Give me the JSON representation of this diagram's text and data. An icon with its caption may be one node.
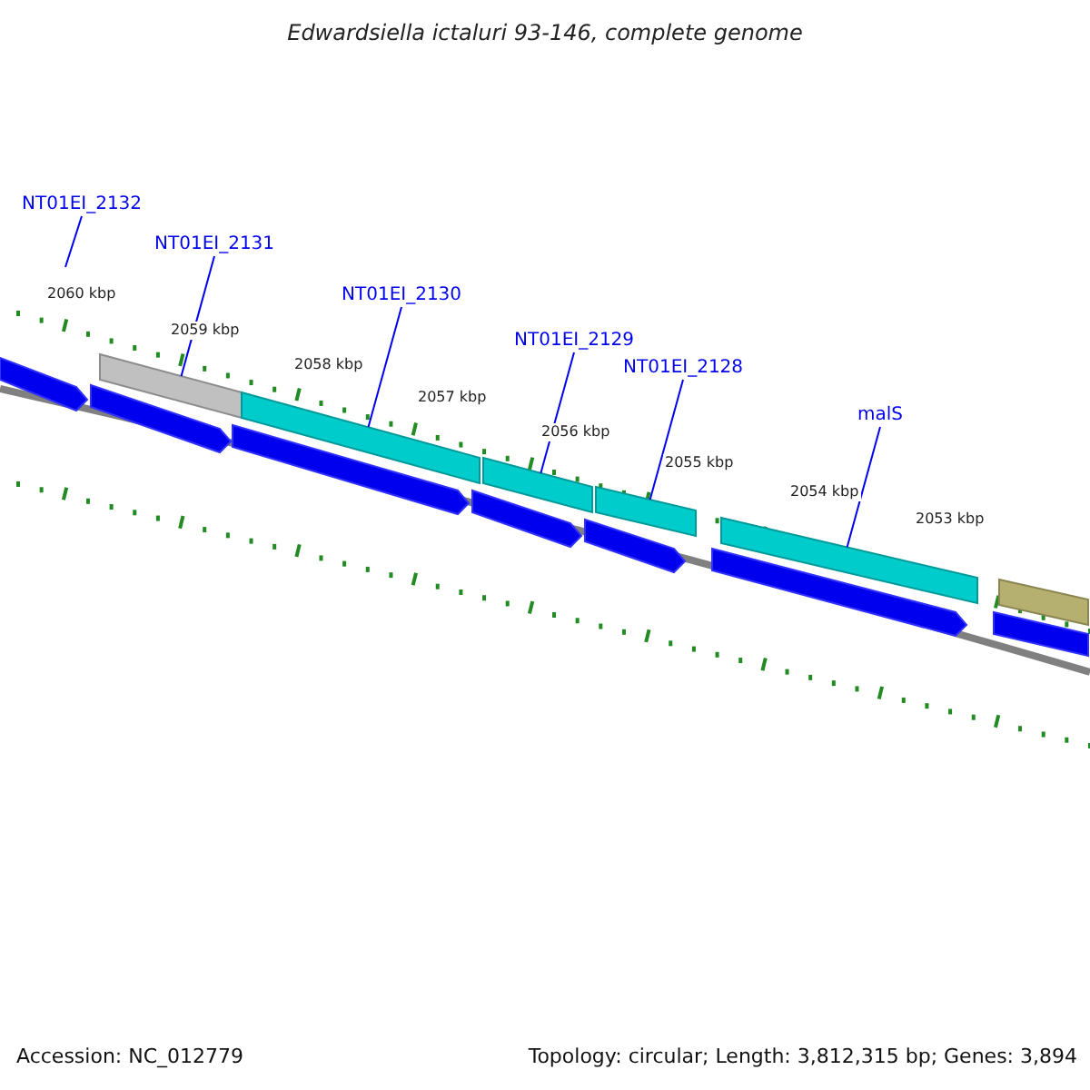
{
  "diagram": {
    "title": "Edwardsiella ictaluri 93-146, complete genome",
    "nodes": [
      {
        "text": [
          "NT01EI_2132"
        ]
      },
      {
        "text": [
          "NT01EI_2131"
        ]
      },
      {
        "text": [
          "NT01EI_2130"
        ]
      },
      {
        "text": [
          "NT01EI_2129"
        ]
      },
      {
        "text": [
          "NT01EI_2128"
        ]
      },
      {
        "text": [
          "malS"
        ]
      },
      {
        "text": [],
        "shape": "bar"
      },
      {
        "text": [],
        "shape": "bar"
      },
      {
        "text": [],
        "shape": "bar"
      },
      {
        "text": [],
        "shape": "bar"
      },
      {
        "text": [],
        "shape": "bar"
      },
      {
        "text": [],
        "shape": "bar"
      },
      {
        "text": [],
        "shape": "bar"
      },
      {
        "text": [],
        "shape": "bar"
      },
      {
        "text": [],
        "shape": "bar"
      },
      {
        "text": [],
        "shape": "bar"
      },
      {
        "text": [],
        "shape": "bar"
      },
      {
        "text": [],
        "shape": "bar"
      },
      {
        "text": [],
        "shape": "bar"
      }
    ],
    "edges": [
      {
        "from": 0,
        "to": null,
        "arrow": "none"
      },
      {
        "from": 1,
        "to": 6,
        "arrow": "none"
      },
      {
        "from": 2,
        "to": 7,
        "arrow": "none"
      },
      {
        "from": 3,
        "to": 8,
        "arrow": "none"
      },
      {
        "from": 4,
        "to": 9,
        "arrow": "none"
      },
      {
        "from": 5,
        "to": 10,
        "arrow": "none"
      }
    ],
    "labels": [
      "2060 kbp",
      "2059 kbp",
      "2058 kbp",
      "2057 kbp",
      "2056 kbp",
      "2055 kbp",
      "2054 kbp",
      "2053 kbp",
      "Accession: NC_012779",
      "Topology: circular; Length: 3,812,315 bp; Genes: 3,894"
    ]
  }
}
